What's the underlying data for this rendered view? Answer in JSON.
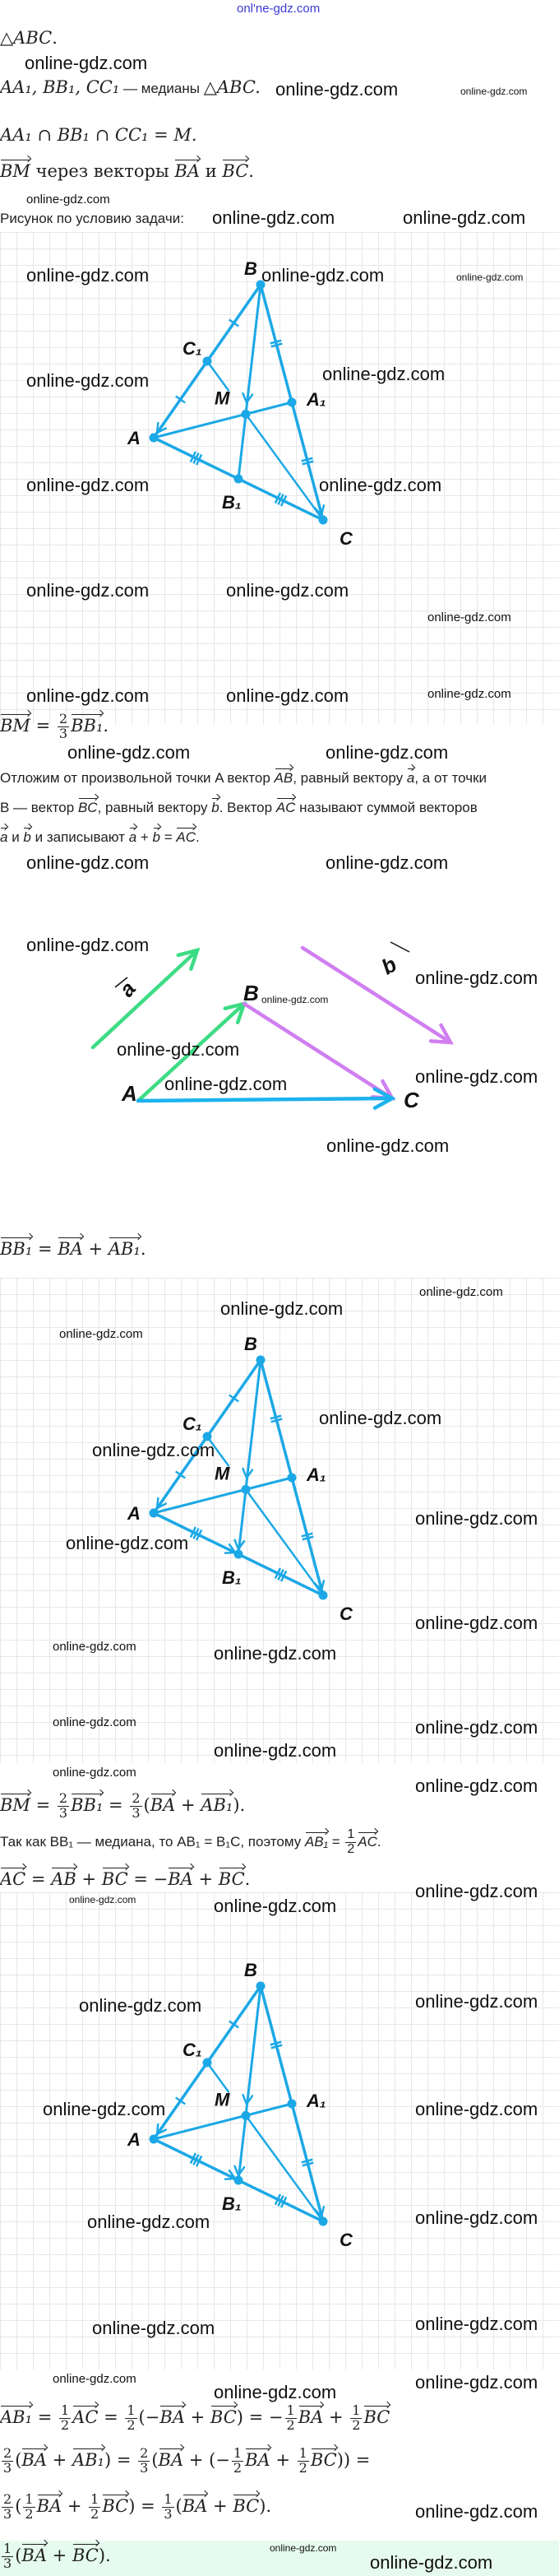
{
  "header_watermark": "onl'ne-gdz.com",
  "watermark": "online-gdz.com",
  "colors": {
    "figure": "#1ca8e6",
    "vector_a": "#3ddc84",
    "vector_b": "#d07ef0",
    "vector_sum": "#1cb2ee",
    "answer_bg": "#e6fbef"
  },
  "given": {
    "line1": "△[ABC].",
    "line2_math": "AA₁, BB₁, CC₁",
    "line2_text": " — медианы ",
    "line2_tail": "△ABC.",
    "line3": "AA₁ ∩ BB₁ ∩ CC₁ = M.",
    "line4": "<BM> через векторы <BA> и <BC>.",
    "figure_caption": "Рисунок по условию задачи:"
  },
  "triangle_labels": {
    "A": "A",
    "B": "B",
    "C": "C",
    "A1": "A₁",
    "B1": "B₁",
    "C1": "C₁",
    "M": "M"
  },
  "solution": {
    "step1": "<BM> = {2|3}<BB₁>.",
    "para1": "Отложим от произвольной точки A вектор <AB>, равный вектору <a>, а от точки",
    "para2": "B — вектор <BC>, равный вектору <b>. Вектор <AC> называют суммой векторов",
    "para3": "<a> и <b> и записывают <a> + <b> = <AC>.",
    "step2": "<BB₁> = <BA> + <AB₁>.",
    "step3": "<BM> = {2|3}<BB₁> = {2|3}(<BA> + <AB₁>).",
    "step4": "Так как BB₁ — медиана, то AB₁ = B₁C, поэтому <AB₁> = {1|2}<AC>.",
    "step5": "<AC> = <AB> + <BC> = −<BA> + <BC>.",
    "calc1": "<AB₁> = {1|2}<AC> = {1|2}(−<BA> + <BC>) = −{1|2}<BA> + {1|2}<BC>",
    "calc2": "{2|3}(<BA> + <AB₁>) = {2|3}(<BA> + (−{1|2}<BA> + {1|2}<BC>)) =",
    "calc3": "{2|3}({1|2}<BA> + {1|2}<BC>) = {1|3}(<BA> + <BC>).",
    "answer": "{1|3}(<BA> + <BC>)."
  },
  "vector_figure": {
    "a": "a",
    "b": "b",
    "A": "A",
    "B": "B",
    "C": "C"
  }
}
